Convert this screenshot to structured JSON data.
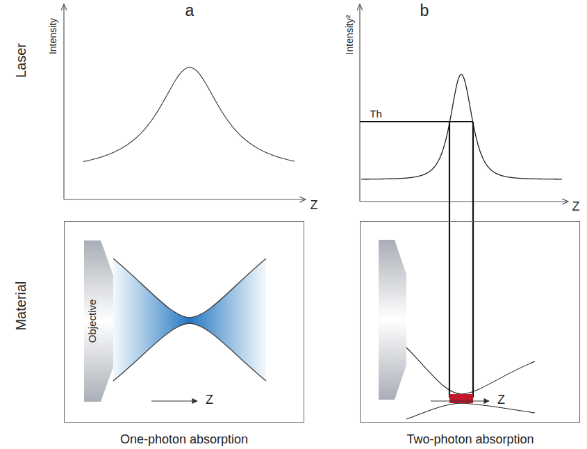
{
  "diagram": {
    "nodes": [
      {
        "text": [
          "Z"
        ]
      },
      {
        "text": [
          "Objective"
        ],
        "in": 0
      },
      {
        "text": [
          "Z"
        ]
      }
    ],
    "labels": [
      "a",
      "b",
      "Laser",
      "Material",
      "Intensity",
      "Z",
      "Intensity²",
      "Th",
      "Z",
      "One-photon absorption",
      "Two-photon absorption"
    ]
  }
}
